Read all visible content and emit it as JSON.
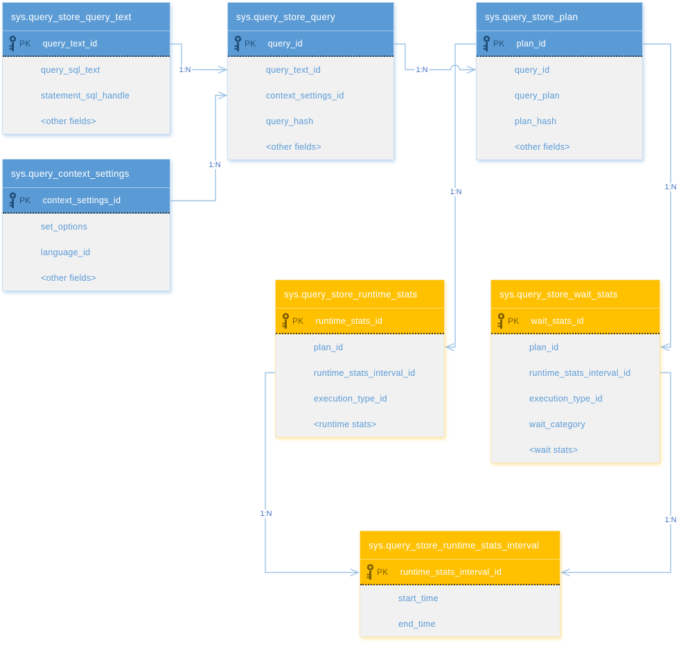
{
  "diagram": {
    "type": "entity-relationship",
    "colors": {
      "blue_header": "#5B9BD5",
      "orange_header": "#FFC000",
      "body_background": "#F1F1F2",
      "field_text": "#5B9BD5",
      "pk_text_blue": "#1F4E79",
      "pk_text_orange": "#7F6000",
      "connector_line": "#9DC3E6",
      "relationship_label_text": "#4472C4"
    }
  },
  "tables": [
    {
      "id": "query_text",
      "title": "sys.query_store_query_text",
      "theme": "blue",
      "pk": {
        "label": "PK",
        "field": "query_text_id"
      },
      "fields": [
        "query_sql_text",
        "statement_sql_handle",
        "<other fields>"
      ]
    },
    {
      "id": "query",
      "title": "sys.query_store_query",
      "theme": "blue",
      "pk": {
        "label": "PK",
        "field": "query_id"
      },
      "fields": [
        "query_text_id",
        "context_settings_id",
        "query_hash",
        "<other fields>"
      ]
    },
    {
      "id": "plan",
      "title": "sys.query_store_plan",
      "theme": "blue",
      "pk": {
        "label": "PK",
        "field": "plan_id"
      },
      "fields": [
        "query_id",
        "query_plan",
        "plan_hash",
        "<other fields>"
      ]
    },
    {
      "id": "context_settings",
      "title": "sys.query_context_settings",
      "theme": "blue",
      "pk": {
        "label": "PK",
        "field": "context_settings_id"
      },
      "fields": [
        "set_options",
        "language_id",
        "<other fields>"
      ]
    },
    {
      "id": "runtime_stats",
      "title": "sys.query_store_runtime_stats",
      "theme": "orange",
      "pk": {
        "label": "PK",
        "field": "runtime_stats_id"
      },
      "fields": [
        "plan_id",
        "runtime_stats_interval_id",
        "execution_type_id",
        "<runtime stats>"
      ]
    },
    {
      "id": "wait_stats",
      "title": "sys.query_store_wait_stats",
      "theme": "orange",
      "pk": {
        "label": "PK",
        "field": "wait_stats_id"
      },
      "fields": [
        "plan_id",
        "runtime_stats_interval_id",
        "execution_type_id",
        "wait_category",
        "<wait stats>"
      ]
    },
    {
      "id": "interval",
      "title": "sys.query_store_runtime_stats_interval",
      "theme": "orange",
      "pk": {
        "label": "PK",
        "field": "runtime_stats_interval_id"
      },
      "fields": [
        "start_time",
        "end_time"
      ]
    }
  ],
  "relationships": [
    {
      "from_table": "sys.query_store_query_text",
      "from_field": "query_text_id",
      "to_table": "sys.query_store_query",
      "to_field": "query_text_id",
      "label": "1:N"
    },
    {
      "from_table": "sys.query_context_settings",
      "from_field": "context_settings_id",
      "to_table": "sys.query_store_query",
      "to_field": "context_settings_id",
      "label": "1:N"
    },
    {
      "from_table": "sys.query_store_query",
      "from_field": "query_id",
      "to_table": "sys.query_store_plan",
      "to_field": "query_id",
      "label": "1:N"
    },
    {
      "from_table": "sys.query_store_plan",
      "from_field": "plan_id",
      "to_table": "sys.query_store_runtime_stats",
      "to_field": "plan_id",
      "label": "1:N"
    },
    {
      "from_table": "sys.query_store_plan",
      "from_field": "plan_id",
      "to_table": "sys.query_store_wait_stats",
      "to_field": "plan_id",
      "label": "1:N"
    },
    {
      "from_table": "sys.query_store_runtime_stats",
      "from_field": "runtime_stats_interval_id",
      "to_table": "sys.query_store_runtime_stats_interval",
      "to_field": "runtime_stats_interval_id",
      "label": "1:N"
    },
    {
      "from_table": "sys.query_store_wait_stats",
      "from_field": "runtime_stats_interval_id",
      "to_table": "sys.query_store_runtime_stats_interval",
      "to_field": "runtime_stats_interval_id",
      "label": "1:N"
    }
  ]
}
